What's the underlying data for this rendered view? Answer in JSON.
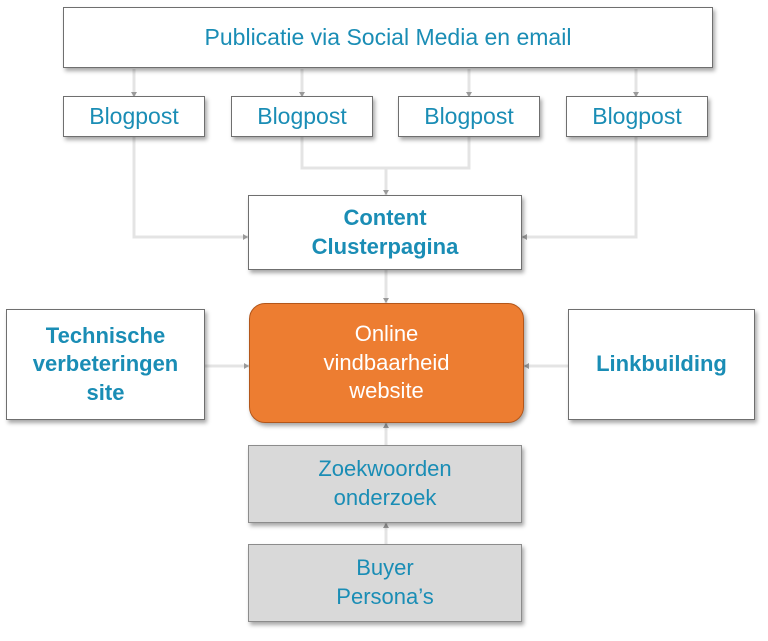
{
  "diagram": {
    "top": {
      "label": "Publicatie via Social Media en email"
    },
    "blogposts": [
      {
        "label": "Blogpost"
      },
      {
        "label": "Blogpost"
      },
      {
        "label": "Blogpost"
      },
      {
        "label": "Blogpost"
      }
    ],
    "cluster": {
      "line1": "Content",
      "line2": "Clusterpagina"
    },
    "center": {
      "line1": "Online",
      "line2": "vindbaarheid",
      "line3": "website"
    },
    "left": {
      "line1": "Technische",
      "line2": "verbeteringen",
      "line3": "site"
    },
    "right": {
      "label": "Linkbuilding"
    },
    "keywords": {
      "line1": "Zoekwoorden",
      "line2": "onderzoek"
    },
    "personas": {
      "line1": "Buyer",
      "line2": "Persona’s"
    }
  },
  "colors": {
    "text": "#1a8db5",
    "center_fill": "#ed7d31",
    "gray_fill": "#d9d9d9",
    "connector": "#e6e6e6"
  }
}
